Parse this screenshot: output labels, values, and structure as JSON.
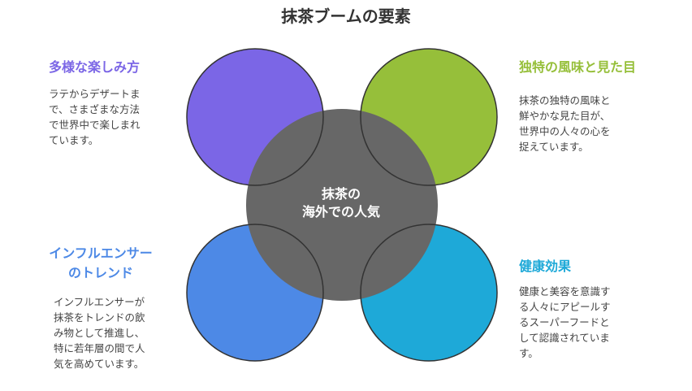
{
  "title": "抹茶ブームの要素",
  "center": {
    "lines": [
      "抹茶の",
      "海外での人気"
    ]
  },
  "colors": {
    "purple": "#7b66e6",
    "green": "#96bf3a",
    "blue": "#4d89e6",
    "cyan": "#1ea9d8",
    "center": "#676767",
    "outline": "#333333"
  },
  "elements": {
    "top_left": {
      "heading_lines": [
        "多様な楽しみ方"
      ],
      "desc_lines": [
        "ラテからデザートま",
        "で、さまざまな方法",
        "で世界中で楽しまれ",
        "ています。"
      ]
    },
    "top_right": {
      "heading_lines": [
        "独特の風味と見た目"
      ],
      "desc_lines": [
        "抹茶の独特の風味と",
        "鮮やかな見た目が、",
        "世界中の人々の心を",
        "捉えています。"
      ]
    },
    "bottom_left": {
      "heading_lines": [
        "インフルエンサー",
        "のトレンド"
      ],
      "desc_lines": [
        "インフルエンサーが",
        "抹茶をトレンドの飲",
        "み物として推進し、",
        "特に若年層の間で人",
        "気を高めています。"
      ]
    },
    "bottom_right": {
      "heading_lines": [
        "健康効果"
      ],
      "desc_lines": [
        "健康と美容を意識す",
        "る人々にアピールす",
        "るスーパーフードと",
        "して認識されていま",
        "す。"
      ]
    }
  }
}
